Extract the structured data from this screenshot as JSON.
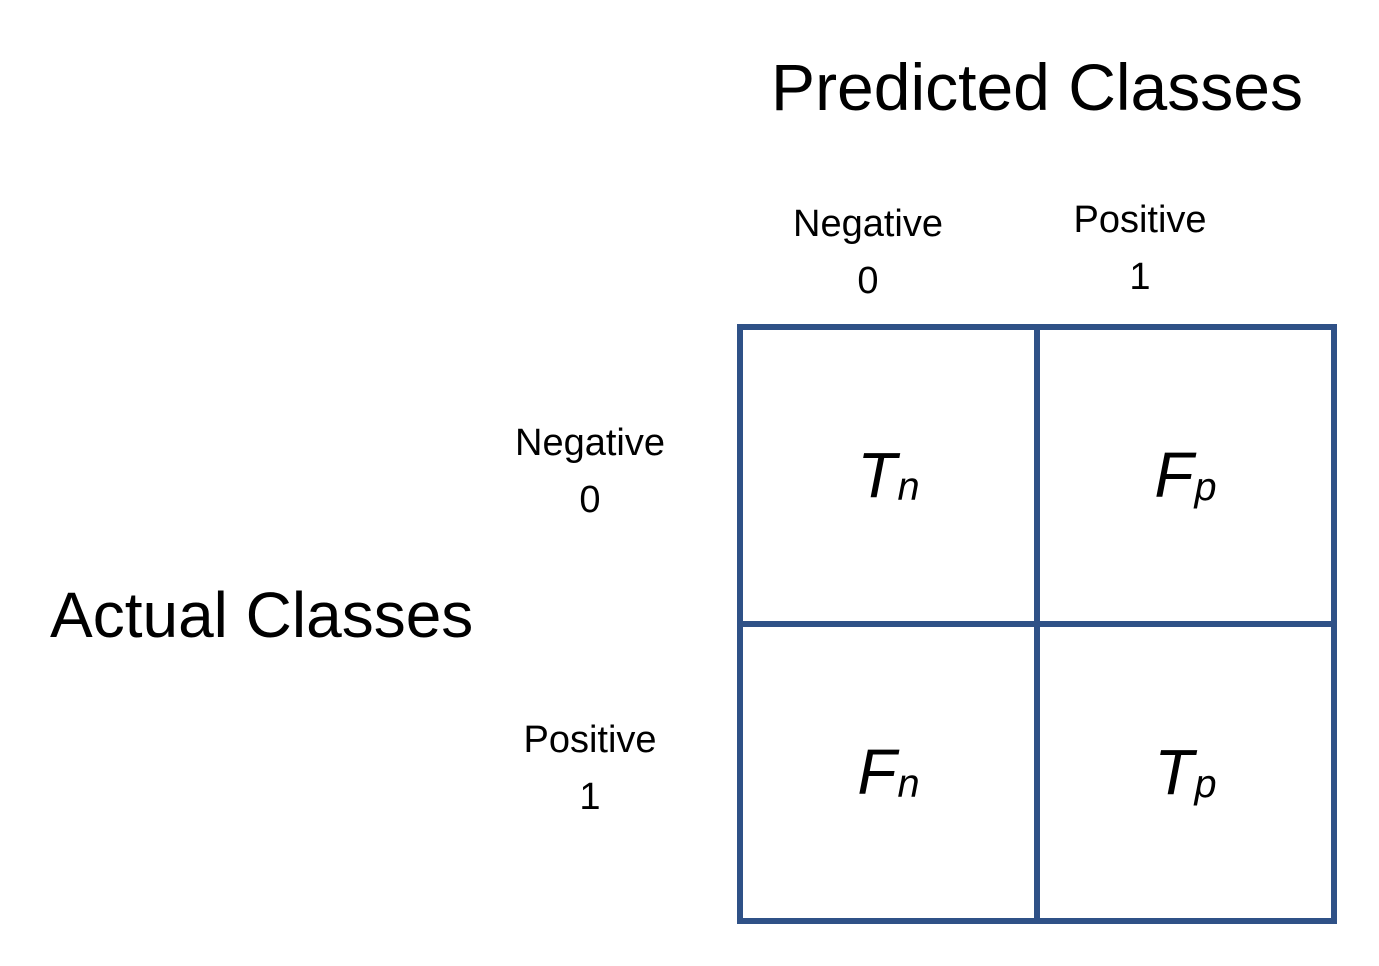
{
  "title": "Predicted Classes",
  "actual_axis_label": "Actual Classes",
  "columns": [
    {
      "label": "Negative",
      "value": "0"
    },
    {
      "label": "Positive",
      "value": "1"
    }
  ],
  "rows": [
    {
      "label": "Negative",
      "value": "0"
    },
    {
      "label": "Positive",
      "value": "1"
    }
  ],
  "cells": [
    {
      "symbol": "T",
      "subscript": "n"
    },
    {
      "symbol": "F",
      "subscript": "p"
    },
    {
      "symbol": "F",
      "subscript": "n"
    },
    {
      "symbol": "T",
      "subscript": "p"
    }
  ],
  "colors": {
    "grid": "#2F5187",
    "text": "#000000",
    "background": "#FFFFFF"
  }
}
